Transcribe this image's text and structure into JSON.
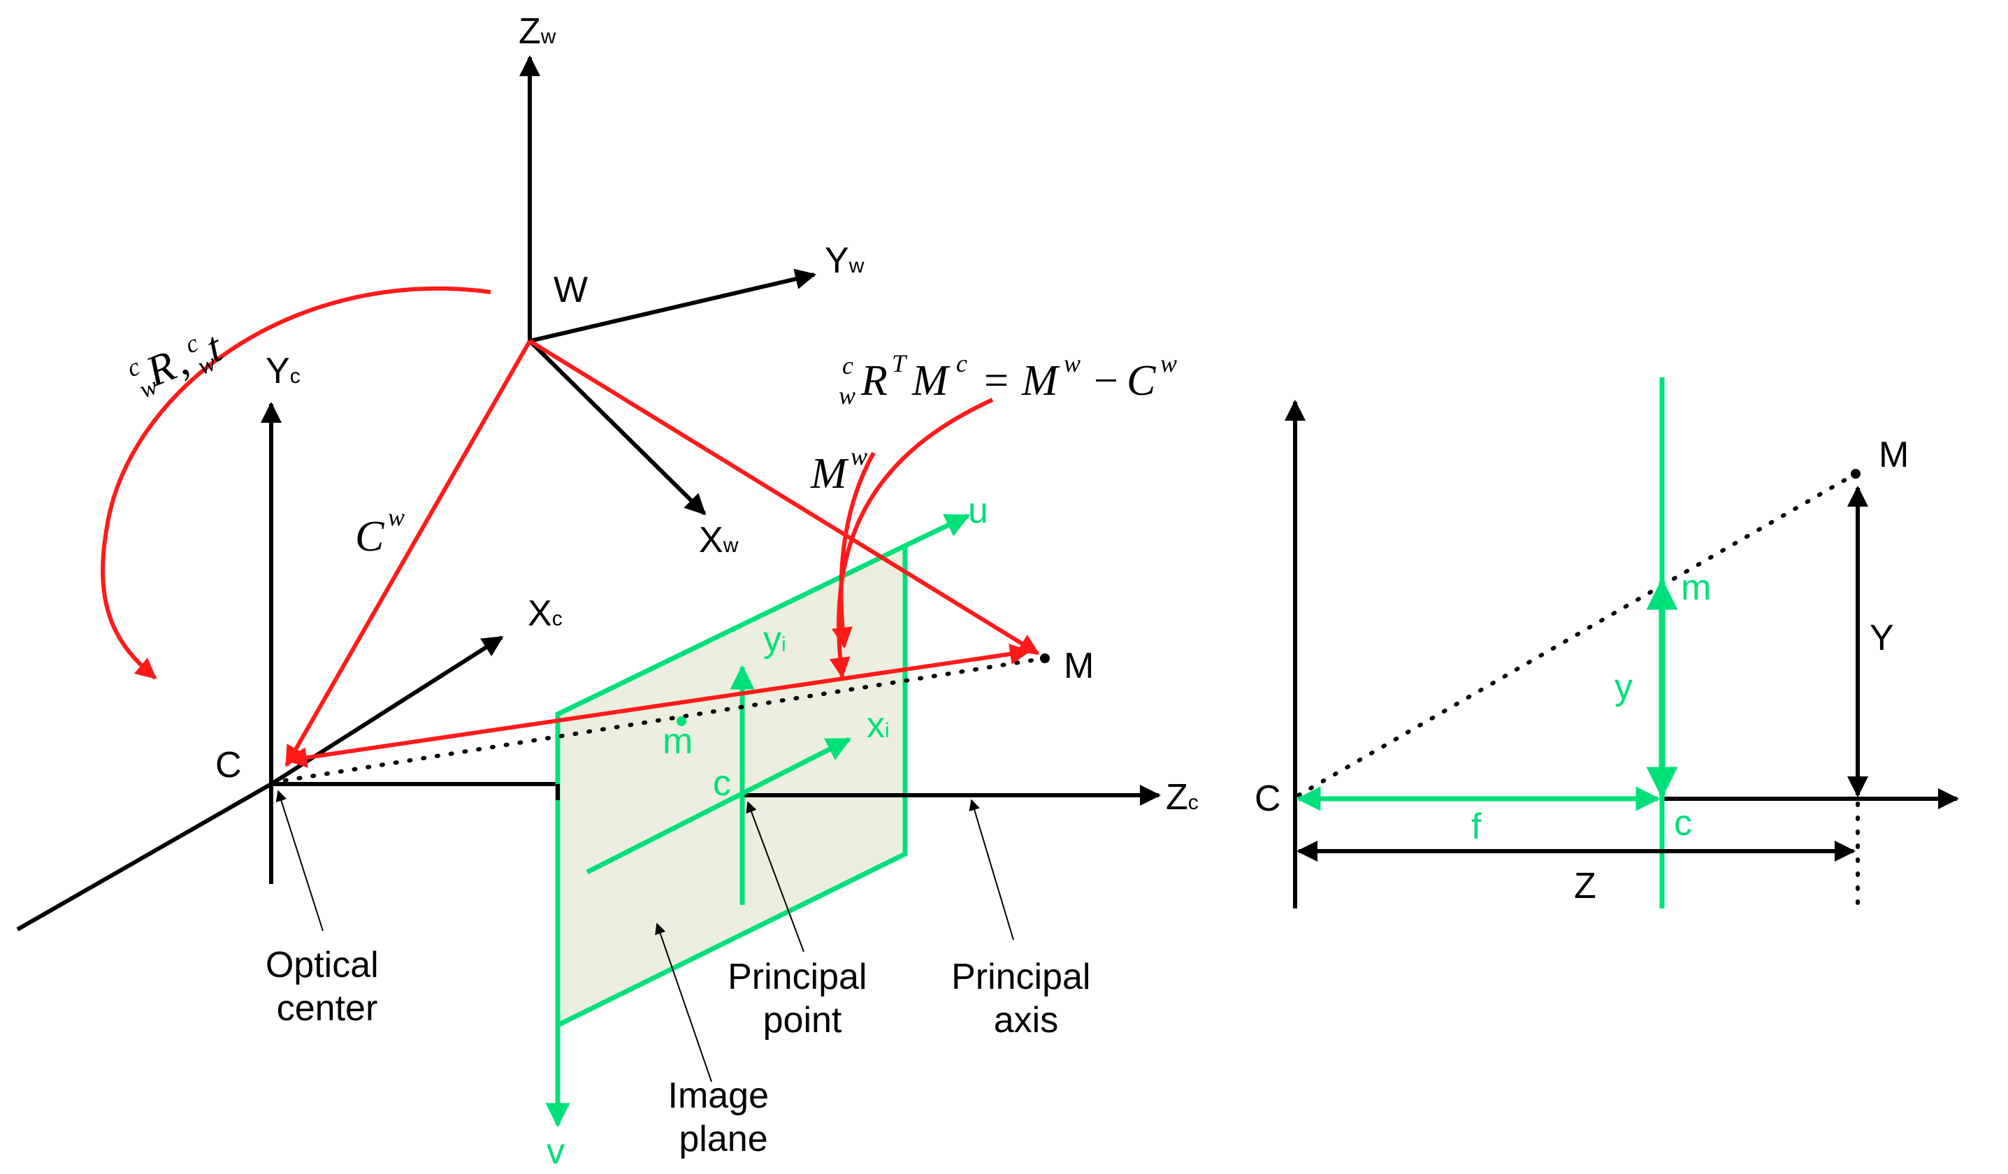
{
  "labels": {
    "zw": "Z",
    "zw_sub": "w",
    "yw": "Y",
    "yw_sub": "w",
    "xw": "X",
    "xw_sub": "w",
    "w": "W",
    "yc": "Y",
    "yc_sub": "c",
    "xc": "X",
    "xc_sub": "c",
    "zc": "Z",
    "zc_sub": "c",
    "c_left": "C",
    "m_left": "M",
    "u": "u",
    "v": "v",
    "yi": "y",
    "yi_sub": "i",
    "xi": "x",
    "xi_sub": "i",
    "m_img": "m",
    "c_img": "c"
  },
  "math": {
    "rt_r": "R",
    "rt_t": "t",
    "rt_comma": ",",
    "rt_c": "c",
    "rt_w": "w",
    "cw_main": "C",
    "cw_sup": "w",
    "mw_main": "M",
    "mw_sup": "w",
    "eq_c": "c",
    "eq_w": "w",
    "eq_r": "R",
    "eq_rsup": "T",
    "eq_m": "M",
    "eq_msup": "c",
    "eq_equals": "=",
    "eq_mw": "M",
    "eq_mwsup": "w",
    "eq_minus": "−",
    "eq_cw": "C",
    "eq_cwsup": "w"
  },
  "callouts": {
    "optical_1": "Optical",
    "optical_2": "center",
    "principal_point_1": "Principal",
    "principal_point_2": "point",
    "principal_axis_1": "Principal",
    "principal_axis_2": "axis",
    "image_plane_1": "Image",
    "image_plane_2": "plane"
  },
  "side": {
    "c": "C",
    "m": "M",
    "m_small": "m",
    "y_small": "y",
    "y_big": "Y",
    "f": "f",
    "c_small": "c",
    "z": "Z"
  },
  "colors": {
    "black": "#000000",
    "red": "#ff1a1a",
    "green": "#00e07a",
    "plane_fill": "#ecefdf"
  }
}
